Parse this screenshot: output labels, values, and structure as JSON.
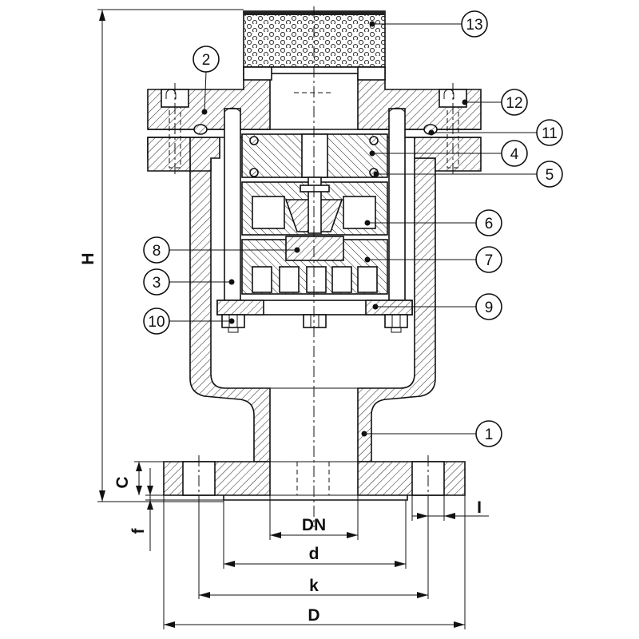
{
  "drawing": {
    "callouts": [
      "1",
      "2",
      "3",
      "4",
      "5",
      "6",
      "7",
      "8",
      "9",
      "10",
      "11",
      "12",
      "13"
    ],
    "dimensions": {
      "H": "H",
      "C": "C",
      "f": "f",
      "DN": "DN",
      "d": "d",
      "k": "k",
      "D": "D",
      "I": "I"
    }
  }
}
